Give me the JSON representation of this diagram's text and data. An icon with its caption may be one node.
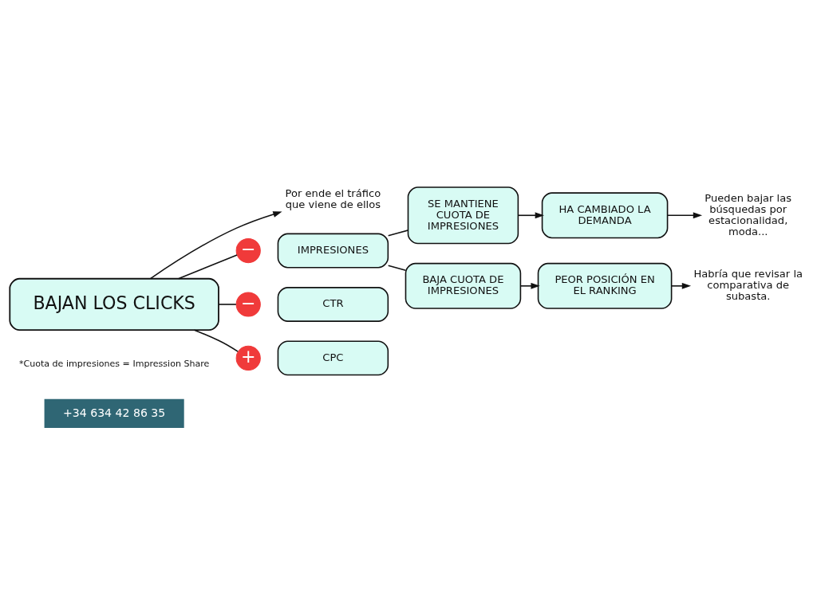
{
  "diagram": {
    "nodes": [
      {
        "text": [
          "BAJAN LOS CLICKS"
        ]
      },
      {
        "text": [
          "Por ende el tráfico que viene de ellos"
        ]
      },
      {
        "text": [
          "−"
        ]
      },
      {
        "text": [
          "IMPRESIONES"
        ]
      },
      {
        "text": [
          "−"
        ]
      },
      {
        "text": [
          "CTR"
        ]
      },
      {
        "text": [
          "+"
        ]
      },
      {
        "text": [
          "CPC"
        ]
      },
      {
        "text": [
          "SE MANTIENE CUOTA DE IMPRESIONES"
        ]
      },
      {
        "text": [
          "HA CAMBIADO LA DEMANDA"
        ]
      },
      {
        "text": [
          "Pueden bajar las búsquedas por estacionalidad, moda..."
        ]
      },
      {
        "text": [
          "BAJA CUOTA DE IMPRESIONES"
        ]
      },
      {
        "text": [
          "PEOR POSICIÓN EN EL RANKING"
        ]
      },
      {
        "text": [
          "Habría que revisar la comparativa de subasta."
        ]
      }
    ],
    "edges": [
      {
        "from": 0,
        "to": 1,
        "arrow": "to"
      },
      {
        "from": 0,
        "to": 2,
        "arrow": "none"
      },
      {
        "from": 0,
        "to": 4,
        "arrow": "none"
      },
      {
        "from": 0,
        "to": 6,
        "arrow": "none"
      },
      {
        "from": 3,
        "to": 8,
        "arrow": "none"
      },
      {
        "from": 3,
        "to": 11,
        "arrow": "none"
      },
      {
        "from": 8,
        "to": 9,
        "arrow": "to"
      },
      {
        "from": 11,
        "to": 12,
        "arrow": "to"
      },
      {
        "from": 9,
        "to": 10,
        "arrow": "to"
      },
      {
        "from": 12,
        "to": 13,
        "arrow": "to"
      }
    ],
    "labels": [
      "*Cuota de impresiones = Impression Share",
      "+34 634 42 86 35"
    ]
  }
}
